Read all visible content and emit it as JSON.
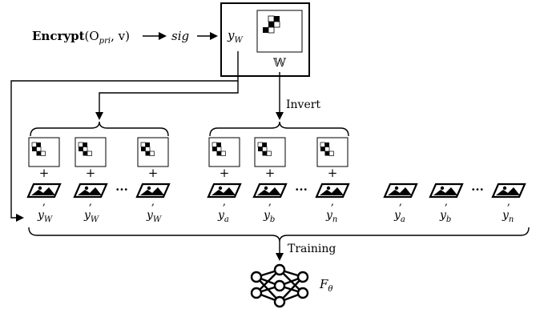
{
  "header": {
    "encrypt_bold": "Encrypt",
    "encrypt_args": "(O",
    "encrypt_sub": "pri",
    "encrypt_tail": ", v)",
    "sig": "sig",
    "yw_main": "y",
    "yw_sub": "W",
    "wset": "𝕎"
  },
  "annotations": {
    "invert": "Invert",
    "training": "Training",
    "model_main": "F",
    "model_sub": "θ"
  },
  "plus": "+",
  "comma": ",",
  "ellipsis": "···",
  "groups": [
    {
      "id": "watermarked",
      "has_key": true,
      "labels": [
        {
          "main": "y",
          "sub": "W"
        },
        {
          "main": "y",
          "sub": "W"
        },
        {
          "main": "y",
          "sub": "W"
        }
      ]
    },
    {
      "id": "inverted",
      "has_key": true,
      "labels": [
        {
          "main": "y",
          "sub": "a"
        },
        {
          "main": "y",
          "sub": "b"
        },
        {
          "main": "y",
          "sub": "n"
        }
      ]
    },
    {
      "id": "clean",
      "has_key": false,
      "labels": [
        {
          "main": "y",
          "sub": "a"
        },
        {
          "main": "y",
          "sub": "b"
        },
        {
          "main": "y",
          "sub": "n"
        }
      ]
    }
  ]
}
